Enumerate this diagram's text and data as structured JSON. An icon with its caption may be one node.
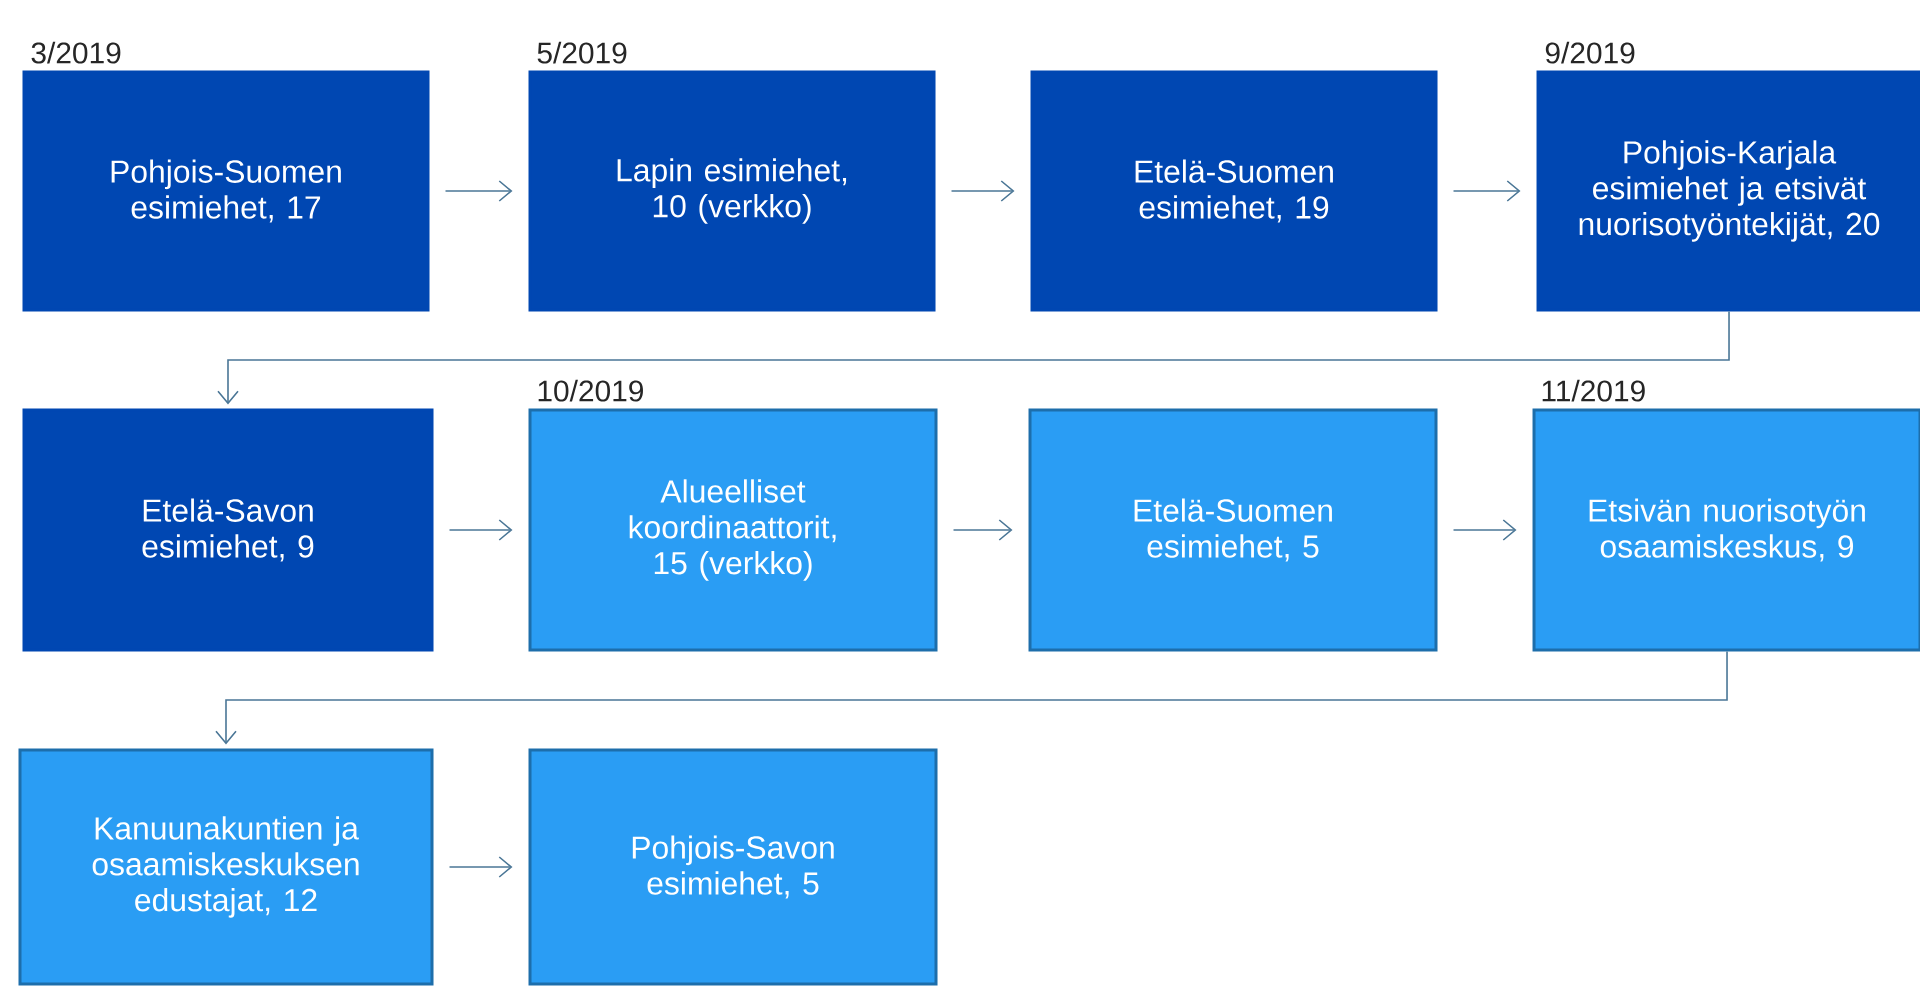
{
  "diagram": {
    "nodes": [
      {
        "text": [
          "Pohjois-Suomen esimiehet, 17"
        ],
        "beside": [
          "3/2019"
        ]
      },
      {
        "text": [
          "Lapin esimiehet, 10 (verkko)"
        ],
        "beside": [
          "5/2019"
        ]
      },
      {
        "text": [
          "Etelä-Suomen esimiehet, 19"
        ]
      },
      {
        "text": [
          "Pohjois-Karjala esimiehet ja etsivät nuorisotyöntekijät, 20"
        ],
        "beside": [
          "9/2019"
        ]
      },
      {
        "text": [
          "Etelä-Savon esimiehet, 9"
        ]
      },
      {
        "text": [
          "Alueelliset koordinaattorit, 15 (verkko)"
        ],
        "beside": [
          "10/2019"
        ]
      },
      {
        "text": [
          "Etelä-Suomen esimiehet, 5"
        ]
      },
      {
        "text": [
          "Etsivän nuorisotyön osaamiskeskus, 9"
        ],
        "beside": [
          "11/2019"
        ]
      },
      {
        "text": [
          "Kanuunakuntien ja osaamiskeskuksen edustajat, 12"
        ]
      },
      {
        "text": [
          "Pohjois-Savon esimiehet, 5"
        ]
      }
    ],
    "edges": [
      {
        "from": 0,
        "to": 1,
        "arrow": "to"
      },
      {
        "from": 1,
        "to": 2,
        "arrow": "to"
      },
      {
        "from": 2,
        "to": 3,
        "arrow": "to"
      },
      {
        "from": 3,
        "to": 4,
        "arrow": "to"
      },
      {
        "from": 4,
        "to": 5,
        "arrow": "to"
      },
      {
        "from": 5,
        "to": 6,
        "arrow": "to"
      },
      {
        "from": 6,
        "to": 7,
        "arrow": "to"
      },
      {
        "from": 7,
        "to": 8,
        "arrow": "to"
      },
      {
        "from": 8,
        "to": 9,
        "arrow": "to"
      }
    ]
  }
}
